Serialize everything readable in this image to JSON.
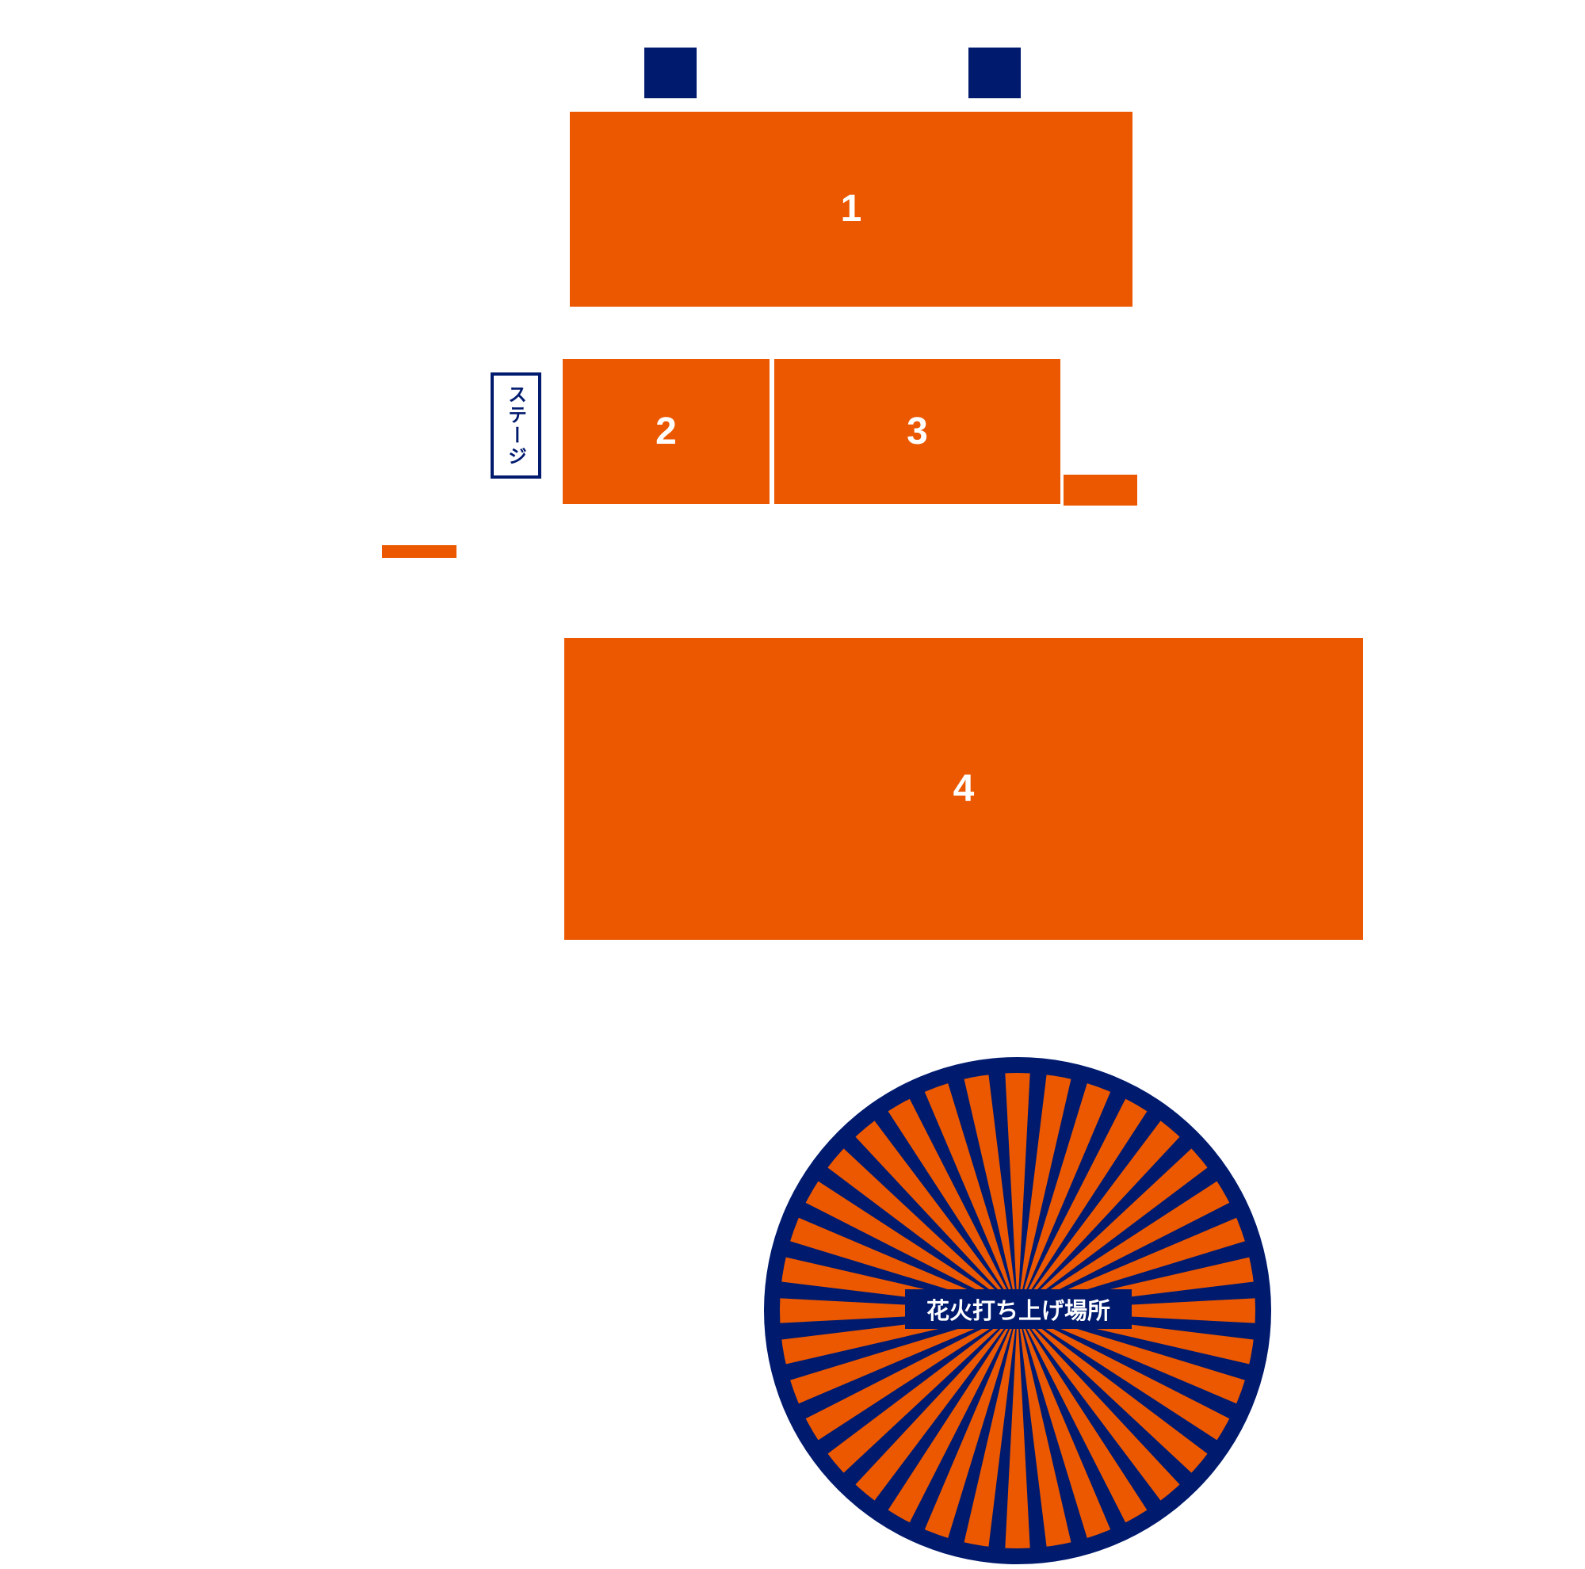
{
  "colors": {
    "orange": "#eb5800",
    "navy": "#001a6e",
    "white": "#ffffff"
  },
  "sections": [
    {
      "id": "1",
      "label": "1"
    },
    {
      "id": "2",
      "label": "2"
    },
    {
      "id": "3",
      "label": "3"
    },
    {
      "id": "4",
      "label": "4"
    }
  ],
  "stage": {
    "label": "ステージ"
  },
  "fireworks": {
    "label": "花火打ち上げ場所",
    "ray_count": 36
  }
}
